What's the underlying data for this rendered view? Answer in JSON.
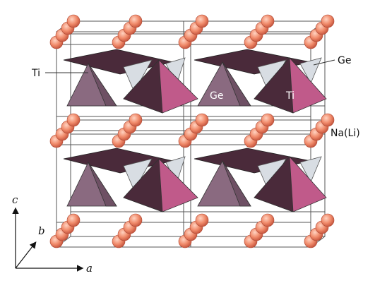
{
  "labels": {
    "ti_left": "Ti",
    "ge_right": "Ge",
    "na_li": "Na(Li)",
    "ge_inside": "Ge",
    "ti_inside": "Ti"
  },
  "axes": {
    "c": "c",
    "b": "b",
    "a": "a"
  },
  "colors": {
    "ti_octahedron": "#c05a8a",
    "ti_octahedron_dark": "#4a2a3a",
    "ge_tetrahedron": "#8a6a80",
    "ge_tetrahedron_light": "#d8dde3",
    "na_li_atom": "#f08a6a",
    "frame": "#444444"
  }
}
